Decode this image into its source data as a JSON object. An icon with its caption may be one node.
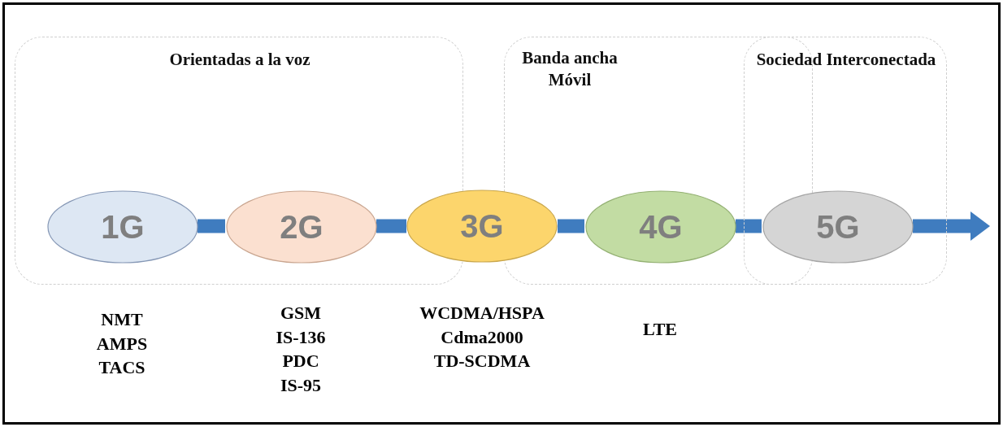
{
  "diagram": {
    "nodes": [
      {
        "text": [
          "Orientadas a la voz"
        ]
      },
      {
        "text": [
          "Banda ancha Móvil"
        ]
      },
      {
        "text": [
          "Sociedad Interconectada"
        ]
      },
      {
        "text": [
          "1G"
        ],
        "in": 0,
        "beside": [
          "NMT",
          "AMPS",
          "TACS"
        ]
      },
      {
        "text": [
          "2G"
        ],
        "in": 0,
        "beside": [
          "GSM",
          "IS-136",
          "PDC",
          "IS-95"
        ]
      },
      {
        "text": [
          "3G"
        ],
        "beside": [
          "WCDMA/HSPA",
          "Cdma2000",
          "TD-SCDMA"
        ]
      },
      {
        "text": [
          "4G"
        ],
        "in": 1,
        "beside": [
          "LTE"
        ]
      },
      {
        "text": [
          "5G"
        ],
        "in": 2
      }
    ],
    "edges": [
      {
        "from": 3,
        "to": 4,
        "arrow": "none"
      },
      {
        "from": 4,
        "to": 5,
        "arrow": "none"
      },
      {
        "from": 5,
        "to": 6,
        "arrow": "none"
      },
      {
        "from": 6,
        "to": 7,
        "arrow": "none"
      },
      {
        "from": 7,
        "to": null,
        "arrow": "to"
      }
    ]
  }
}
